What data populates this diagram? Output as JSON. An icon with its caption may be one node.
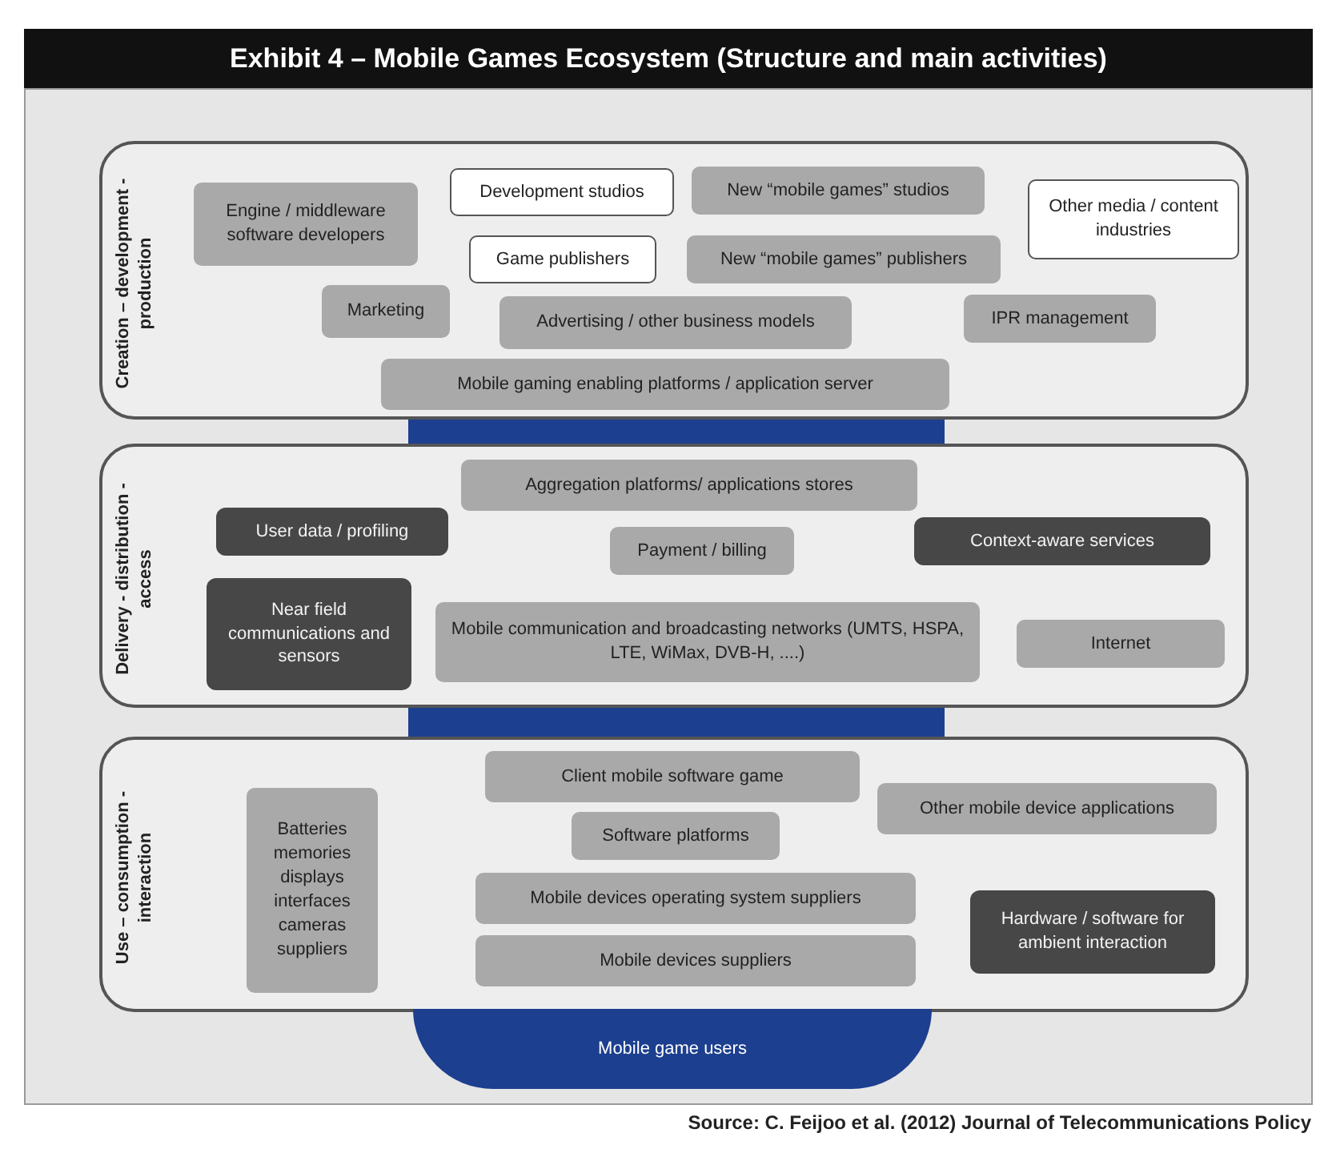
{
  "diagram": {
    "title": "Exhibit 4 – Mobile Games Ecosystem (Structure and main activities)",
    "caption": "Source: C. Feijoo et al. (2012) Journal of Telecommunications Policy",
    "nodes": [
      {
        "text": [
          "Creation – development - production"
        ]
      },
      {
        "text": [
          "Engine / middleware software developers"
        ],
        "in": 0
      },
      {
        "text": [
          "Development studios"
        ],
        "in": 0
      },
      {
        "text": [
          "New “mobile games” studios"
        ],
        "in": 0
      },
      {
        "text": [
          "Other media / content industries"
        ],
        "in": 0
      },
      {
        "text": [
          "Game publishers"
        ],
        "in": 0
      },
      {
        "text": [
          "New “mobile games” publishers"
        ],
        "in": 0
      },
      {
        "text": [
          "Marketing"
        ],
        "in": 0
      },
      {
        "text": [
          "Advertising / other business models"
        ],
        "in": 0
      },
      {
        "text": [
          "IPR management"
        ],
        "in": 0
      },
      {
        "text": [
          "Mobile gaming enabling platforms / application server"
        ],
        "in": 0
      },
      {
        "text": [
          "Delivery - distribution - access"
        ]
      },
      {
        "text": [
          "Aggregation platforms/ applications stores"
        ],
        "in": 11
      },
      {
        "text": [
          "User data / profiling"
        ],
        "in": 11
      },
      {
        "text": [
          "Payment / billing"
        ],
        "in": 11
      },
      {
        "text": [
          "Context-aware services"
        ],
        "in": 11
      },
      {
        "text": [
          "Near field communications and sensors"
        ],
        "in": 11
      },
      {
        "text": [
          "Mobile communication and broadcasting networks (UMTS, HSPA, LTE, WiMax, DVB-H, ....)"
        ],
        "in": 11
      },
      {
        "text": [
          "Internet"
        ],
        "in": 11
      },
      {
        "text": [
          "Use – consumption - interaction"
        ]
      },
      {
        "text": [
          "Client mobile software game"
        ],
        "in": 19
      },
      {
        "text": [
          "Other mobile device applications"
        ],
        "in": 19
      },
      {
        "text": [
          "Batteries memories displays interfaces cameras suppliers"
        ],
        "in": 19
      },
      {
        "text": [
          "Software platforms"
        ],
        "in": 19
      },
      {
        "text": [
          "Mobile devices operating system suppliers"
        ],
        "in": 19
      },
      {
        "text": [
          "Mobile devices suppliers"
        ],
        "in": 19
      },
      {
        "text": [
          "Hardware / software for ambient interaction"
        ],
        "in": 19
      },
      {
        "text": [
          "Mobile game users"
        ]
      },
      {
        "text": [],
        "shape": "bar"
      },
      {
        "text": [],
        "shape": "bar"
      }
    ],
    "edges": []
  }
}
